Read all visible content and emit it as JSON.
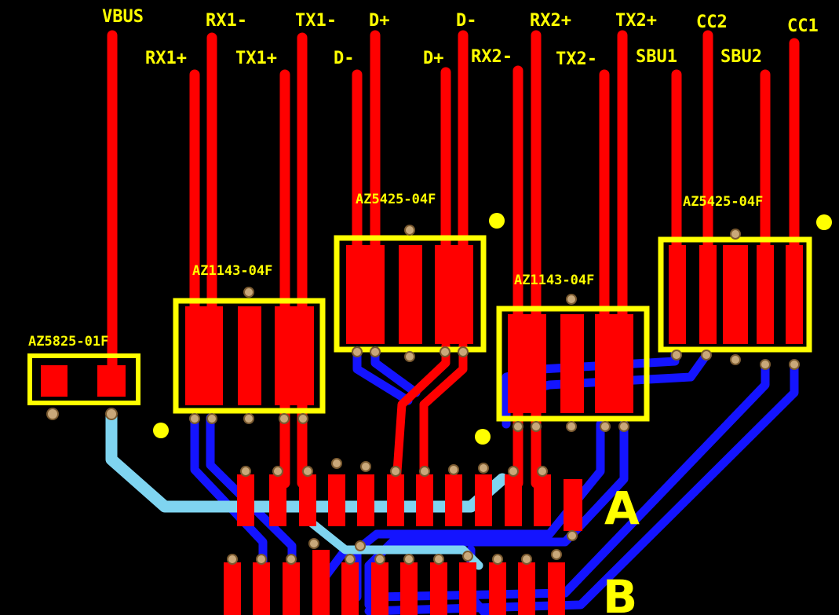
{
  "colors": {
    "background": "#000000",
    "top_copper": "#ff0000",
    "bottom_copper": "#1414ff",
    "vbus_bottom": "#7fd4f0",
    "silkscreen": "#ffff00",
    "pad_hole": "#c9a87a"
  },
  "signal_labels": [
    {
      "id": "vbus",
      "text": "VBUS"
    },
    {
      "id": "rx1m",
      "text": "RX1-"
    },
    {
      "id": "tx1m",
      "text": "TX1-"
    },
    {
      "id": "dp_top",
      "text": "D+"
    },
    {
      "id": "dm_top",
      "text": "D-"
    },
    {
      "id": "rx2p",
      "text": "RX2+"
    },
    {
      "id": "tx2p",
      "text": "TX2+"
    },
    {
      "id": "cc2",
      "text": "CC2"
    },
    {
      "id": "cc1",
      "text": "CC1"
    },
    {
      "id": "rx1p",
      "text": "RX1+"
    },
    {
      "id": "tx1p",
      "text": "TX1+"
    },
    {
      "id": "dm_low",
      "text": "D-"
    },
    {
      "id": "dp_low",
      "text": "D+"
    },
    {
      "id": "rx2m",
      "text": "RX2-"
    },
    {
      "id": "tx2m",
      "text": "TX2-"
    },
    {
      "id": "sbu1",
      "text": "SBU1"
    },
    {
      "id": "sbu2",
      "text": "SBU2"
    }
  ],
  "components": [
    {
      "id": "u_vbus",
      "label": "AZ5825-01F"
    },
    {
      "id": "u_ss1",
      "label": "AZ1143-04F"
    },
    {
      "id": "u_usb2",
      "label": "AZ5425-04F"
    },
    {
      "id": "u_ss2",
      "label": "AZ1143-04F"
    },
    {
      "id": "u_cc",
      "label": "AZ5425-04F"
    }
  ],
  "connector_rows": {
    "row_a": "A",
    "row_b": "B"
  }
}
